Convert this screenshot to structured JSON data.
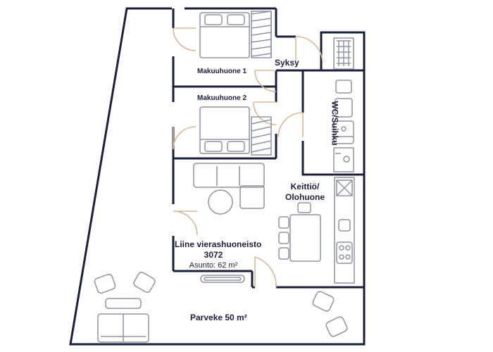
{
  "rooms": {
    "bedroom1": "Makuuhuone 1",
    "bedroom2": "Makuuhuone 2",
    "storage": "Syksy",
    "bathroom": "WC/Suihku",
    "kitchen_line1": "Keittiö/",
    "kitchen_line2": "Olohuone",
    "balcony": "Parveke 50 m²"
  },
  "apartment": {
    "name": "Liine vierashuoneisto",
    "number": "3072",
    "area": "Asunto: 62 m²"
  },
  "colors": {
    "wall": "#1b1f3b",
    "furniture": "#8d93a3",
    "door": "#d7b79a",
    "background": "#ffffff"
  }
}
